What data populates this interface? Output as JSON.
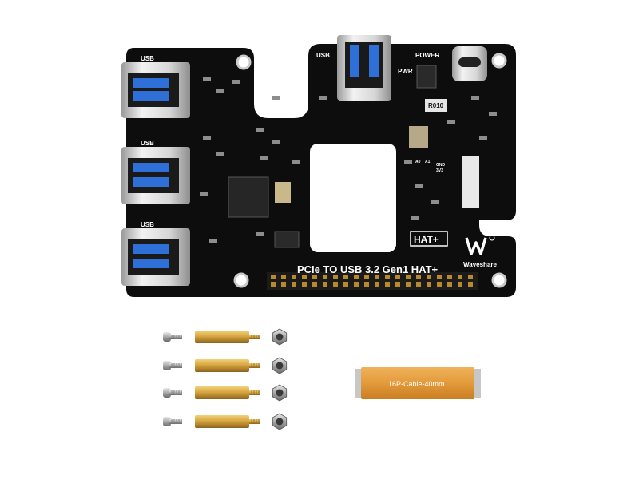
{
  "board": {
    "title": "PCIe TO USB 3.2 Gen1 HAT+",
    "brand": "Waveshare",
    "hat_badge": "HAT+",
    "usb_label": "USB",
    "power_label": "POWER",
    "pwr_label": "PWR",
    "chip_label": "R010",
    "pin_labels": [
      "A0",
      "A1",
      "GND",
      "3V3"
    ]
  },
  "accessories": {
    "cable_label": "16P-Cable-40mm",
    "screw_count": 4,
    "standoff_count": 4,
    "nut_count": 4
  },
  "colors": {
    "pcb": "#0d0d0d",
    "usb_blue": "#2f6fd8",
    "brass": "#d9a73a",
    "cable_orange": "#e39a3a"
  }
}
